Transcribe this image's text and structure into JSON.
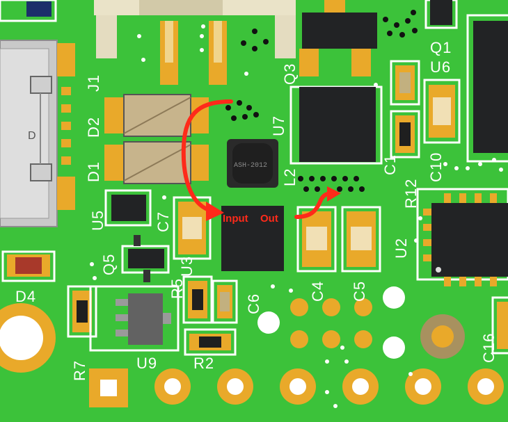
{
  "board": {
    "colors": {
      "solder_mask": "#3cc23a",
      "pad": "#e9a92a",
      "silkscreen": "#ffffff",
      "ic": "#222325",
      "annotation": "#ff2a1a"
    },
    "labels": {
      "J1": "J1",
      "D2": "D2",
      "D1": "D1",
      "Q3": "Q3",
      "U7": "U7",
      "Q1": "Q1",
      "U6": "U6",
      "C1": "C1",
      "C10": "C10",
      "R12": "R12",
      "L2": "L2",
      "U5": "U5",
      "C7": "C7",
      "Q5": "Q5",
      "U3": "U3",
      "R5": "R5",
      "C6": "C6",
      "C4": "C4",
      "C5": "C5",
      "U2": "U2",
      "D4": "D4",
      "R7": "R7",
      "U9": "U9",
      "R2": "R2",
      "C16": "C16"
    },
    "inductor_marking": "ASH-2012",
    "connector_marking": "D",
    "annotations": {
      "input": "Input",
      "output": "Out"
    }
  }
}
